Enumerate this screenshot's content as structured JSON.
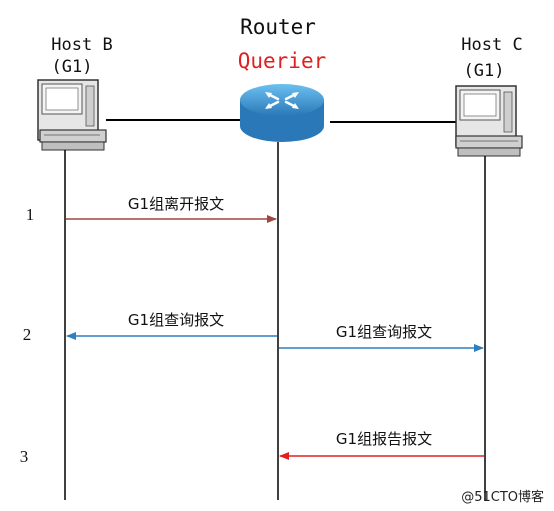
{
  "router": {
    "title": "Router",
    "role": "Querier",
    "role_color": "#e02020"
  },
  "hosts": {
    "b": {
      "name": "Host B",
      "group": "(G1)"
    },
    "c": {
      "name": "Host C",
      "group": "(G1)"
    }
  },
  "steps": [
    {
      "number": "1",
      "messages": [
        {
          "label": "G1组离开报文",
          "from": "host_b",
          "to": "router",
          "color": "#a0453f"
        }
      ]
    },
    {
      "number": "2",
      "messages": [
        {
          "label": "G1组查询报文",
          "from": "router",
          "to": "host_b",
          "color": "#2f7fbf"
        },
        {
          "label": "G1组查询报文",
          "from": "router",
          "to": "host_c",
          "color": "#2f7fbf"
        }
      ]
    },
    {
      "number": "3",
      "messages": [
        {
          "label": "G1组报告报文",
          "from": "host_c",
          "to": "router",
          "color": "#e02020"
        }
      ]
    }
  ],
  "watermark": "@51CTO博客",
  "colors": {
    "line": "#000000",
    "router_body": "#3a8fd0",
    "router_top": "#5fb3ea",
    "pc_body": "#d8d8d8"
  }
}
